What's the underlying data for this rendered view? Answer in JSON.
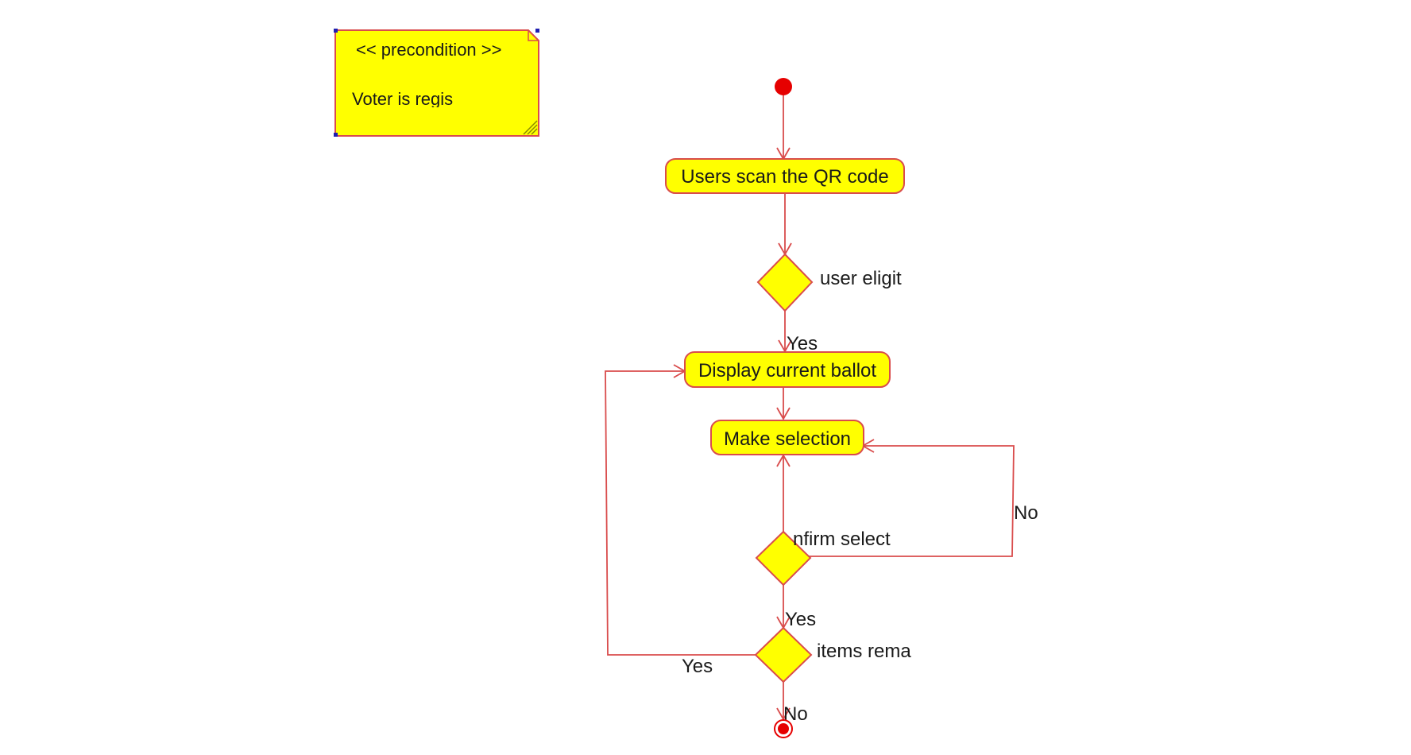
{
  "colors": {
    "fill": "#ffff00",
    "stroke": "#d94c4c",
    "start": "#e60000",
    "handle": "#1f1fb0"
  },
  "note": {
    "stereotype": "<< precondition >>",
    "text": "Voter is regis"
  },
  "actions": {
    "scan": "Users scan the QR code",
    "display": "Display current ballot",
    "select": "Make selection"
  },
  "decisions": {
    "eligible": "user eligit",
    "confirm": "nfirm select",
    "remaining": "items rema"
  },
  "guards": {
    "eligible_yes": "Yes",
    "confirm_no": "No",
    "confirm_yes": "Yes",
    "remaining_yes": "Yes",
    "remaining_no": "No"
  }
}
